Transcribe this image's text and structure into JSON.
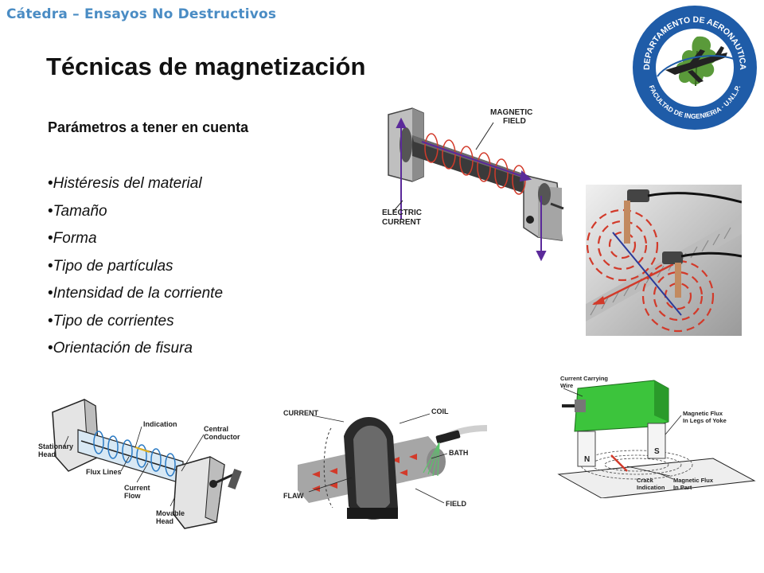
{
  "header": {
    "text": "Cátedra – Ensayos No Destructivos"
  },
  "slide": {
    "title": "Técnicas de magnetización",
    "subtitle": "Parámetros a tener en cuenta",
    "bullets": [
      "Histéresis del material",
      "Tamaño",
      "Forma",
      "Tipo de partículas",
      "Intensidad de la corriente",
      "Tipo de corrientes",
      "Orientación de fisura"
    ]
  },
  "logo": {
    "top_text": "DEPARTAMENTO DE AERONAUTICA",
    "bottom_text": "FACULTAD DE INGENIERIA · U.N.L.P."
  },
  "figure_head_shot": {
    "label_field": [
      "MAGNETIC",
      "FIELD"
    ],
    "label_current": [
      "ELECTRIC",
      "CURRENT"
    ]
  },
  "figure_central_conductor": {
    "labels": {
      "indication": "Indication",
      "central_conductor": [
        "Central",
        "Conductor"
      ],
      "stationary_head": [
        "Stationary",
        "Head"
      ],
      "flux_lines": "Flux Lines",
      "current_flow": [
        "Current",
        "Flow"
      ],
      "movable_head": [
        "Movable",
        "Head"
      ]
    }
  },
  "figure_coil": {
    "labels": {
      "current": "CURRENT",
      "coil": "COIL",
      "bath": "BATH",
      "flaw": "FLAW",
      "field": "FIELD"
    }
  },
  "figure_yoke": {
    "labels": {
      "wire": [
        "Current Carrying",
        "Wire"
      ],
      "flux_yoke": [
        "Magnetic Flux",
        "In Legs of Yoke"
      ],
      "crack": [
        "Crack",
        "Indication"
      ],
      "flux_part": [
        "Magnetic Flux",
        "In Part"
      ],
      "pole_n": "N",
      "pole_s": "S"
    }
  },
  "colors": {
    "header": "#4a8cc4",
    "arrow_purple": "#5b2a9a",
    "arrow_red": "#d23a2a",
    "yoke_green": "#3cc43c",
    "logo_blue": "#1f5ca8"
  }
}
